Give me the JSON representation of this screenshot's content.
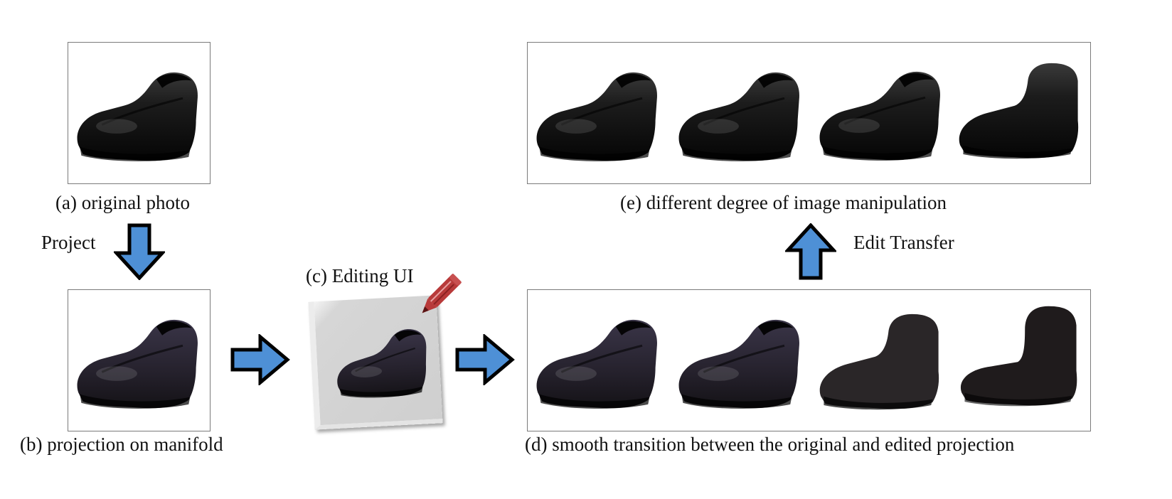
{
  "captions": {
    "a": "(a) original photo",
    "b": "(b) projection on manifold",
    "c": "(c) Editing UI",
    "d": "(d) smooth transition between the original and edited projection",
    "e": "(e) different degree of image manipulation"
  },
  "labels": {
    "project": "Project",
    "edit_transfer": "Edit Transfer"
  },
  "colors": {
    "arrow_fill": "#4e90d6",
    "arrow_stroke": "#000000",
    "photo_shoe": "#151515",
    "projected_shoe": "#2d2838",
    "pencil": "#b83a3a"
  },
  "icons": [
    "down-arrow-icon",
    "right-arrow-icon",
    "up-arrow-icon",
    "pencil-icon"
  ]
}
